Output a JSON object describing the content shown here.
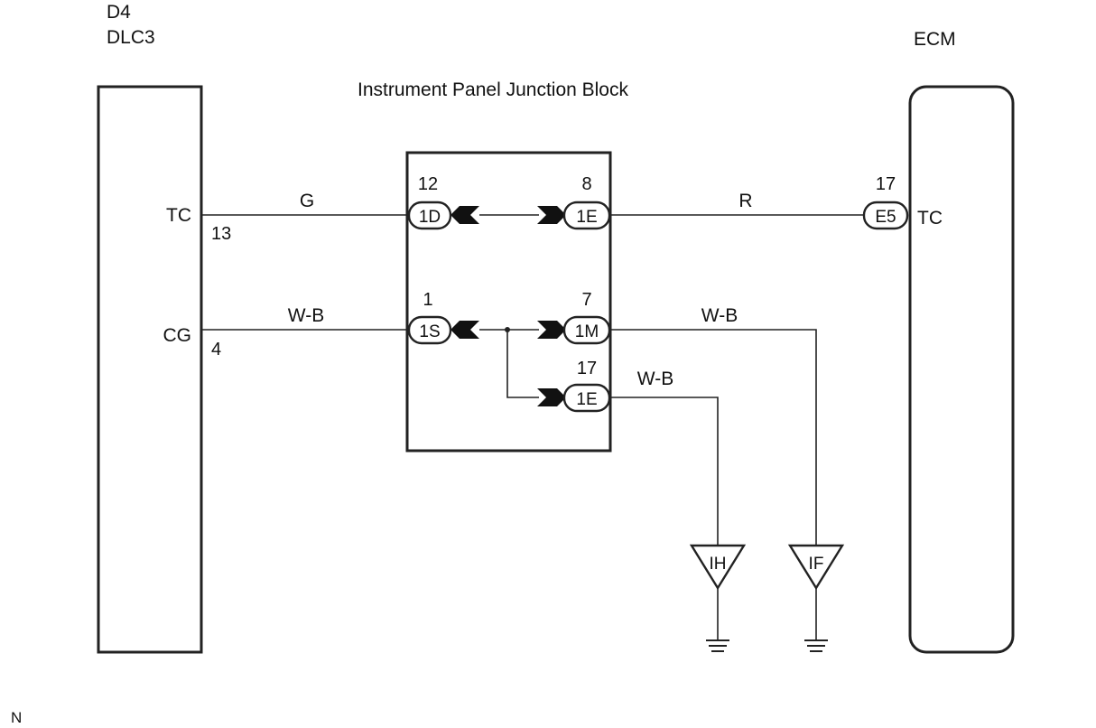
{
  "dlc3": {
    "code": "D4",
    "name": "DLC3"
  },
  "ecm": {
    "name": "ECM"
  },
  "junction_block": {
    "title": "Instrument Panel Junction Block"
  },
  "dlc3_pins": {
    "tc": {
      "name": "TC",
      "num": "13"
    },
    "cg": {
      "name": "CG",
      "num": "4"
    }
  },
  "ecm_pin": {
    "name": "TC",
    "num": "17",
    "connector": "E5"
  },
  "wires": {
    "tc_left": "G",
    "tc_right": "R",
    "cg_left": "W-B",
    "cg_right": "W-B",
    "ground_branch": "W-B"
  },
  "jb_connectors": {
    "c1": {
      "label": "1D",
      "pin": "12"
    },
    "c2": {
      "label": "1E",
      "pin": "8"
    },
    "c3": {
      "label": "1S",
      "pin": "1"
    },
    "c4": {
      "label": "1M",
      "pin": "7"
    },
    "c5": {
      "label": "1E",
      "pin": "17"
    }
  },
  "grounds": {
    "g1": "IH",
    "g2": "IF"
  },
  "footer": {
    "mark": "N"
  }
}
